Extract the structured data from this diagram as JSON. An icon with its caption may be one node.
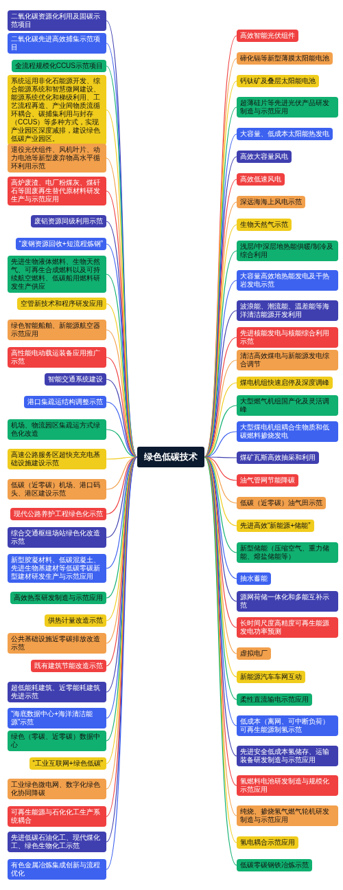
{
  "diagram": {
    "nodes": [
      {
        "text": [
          "绿色低碳技术"
        ]
      },
      {
        "text": [
          "二氧化碳资源化利用及固碳示范项目"
        ]
      },
      {
        "text": [
          "二氧化碳先进高效捕集示范项目"
        ]
      },
      {
        "text": [
          "全流程规模化CCUS示范项目"
        ]
      },
      {
        "text": [
          "系统运用非化石能源开发、综合能源系统和智慧微网建设、能源系统优化和梯级利用、工艺流程再造、产业间物质流循环耦合、碳捕集利用与封存（CCUS）等多种方式，实现产业园区深度减排，建设绿色低碳产业园区。"
        ]
      },
      {
        "text": [
          "退役光伏组件、风机叶片、动力电池等新型废弃物高水平循环利用示范"
        ]
      },
      {
        "text": [
          "高炉废渣、电厂粉煤灰、煤矸石等固废再生替代原材料研发生产与示范应用"
        ]
      },
      {
        "text": [
          "废铝资源同级利用示范"
        ]
      },
      {
        "text": [
          "“废钢资源回收+短流程炼钢”"
        ]
      },
      {
        "text": [
          "先进生物液体燃料、生物天然气、可再生合成燃料以及可持续航空燃料、低碳船用燃料研发生产供应"
        ]
      },
      {
        "text": [
          "空管新技术和程序研发应用"
        ]
      },
      {
        "text": [
          "绿色智能船舶、新能源航空器示范应用"
        ]
      },
      {
        "text": [
          "高性能电动载运装备应用推广示范"
        ]
      },
      {
        "text": [
          "智能交通系统建设"
        ]
      },
      {
        "text": [
          "港口集疏运结构调整示范"
        ]
      },
      {
        "text": [
          "机场、物流园区集疏运方式绿色化改造"
        ]
      },
      {
        "text": [
          "高速公路服务区超快充充电基础设施建设示范"
        ]
      },
      {
        "text": [
          "低碳（近零碳）机场、港口码头、港区建设示范"
        ]
      },
      {
        "text": [
          "现代公路养护工程绿色化示范"
        ]
      },
      {
        "text": [
          "综合交通枢纽场站绿色化改造示范"
        ]
      },
      {
        "text": [
          "新型胶凝材料、低碳混凝土、先进生物基建材等低碳零碳新型建材研发生产与示范应用"
        ]
      },
      {
        "text": [
          "高效热泵研发制造与示范应用"
        ]
      },
      {
        "text": [
          "供热计量改造示范"
        ]
      },
      {
        "text": [
          "公共基础设施近零碳排放改造示范"
        ]
      },
      {
        "text": [
          "既有建筑节能改造示范"
        ]
      },
      {
        "text": [
          "超低能耗建筑、近零能耗建筑先进示范"
        ]
      },
      {
        "text": [
          "“海底数据中心+海洋清洁能源”示范"
        ]
      },
      {
        "text": [
          "绿色（零碳、近零碳）数据中心"
        ]
      },
      {
        "text": [
          "“工业互联网+绿色低碳”"
        ]
      },
      {
        "text": [
          "工业绿色微电网、数字化绿色化协同降碳"
        ]
      },
      {
        "text": [
          "可再生能源与石化化工生产系统耦合"
        ]
      },
      {
        "text": [
          "先进低碳石油化工、现代煤化工、绿色生物化工示范"
        ]
      },
      {
        "text": [
          "有色金属冶炼集成创新与流程优化"
        ]
      },
      {
        "text": [
          "高效智能光伏组件"
        ]
      },
      {
        "text": [
          "碲化镉等新型薄膜太阳能电池"
        ]
      },
      {
        "text": [
          "钙钛矿及叠层太阳能电池"
        ]
      },
      {
        "text": [
          "超薄硅片等先进光伏产品研发制造与示范应用"
        ]
      },
      {
        "text": [
          "大容量、低成本太阳能热发电"
        ]
      },
      {
        "text": [
          "高效大容量风电"
        ]
      },
      {
        "text": [
          "高效低速风电"
        ]
      },
      {
        "text": [
          "深远海海上风电示范"
        ]
      },
      {
        "text": [
          "生物天然气示范"
        ]
      },
      {
        "text": [
          "浅层/中深层地热能供暖/制冷及综合利用"
        ]
      },
      {
        "text": [
          "大容量高效地热能发电及干热岩发电示范"
        ]
      },
      {
        "text": [
          "波浪能、潮流能、温差能等海洋清洁能源开发利用"
        ]
      },
      {
        "text": [
          "先进核能发电与核能综合利用示范"
        ]
      },
      {
        "text": [
          "清洁高效煤电与新能源发电综合调节"
        ]
      },
      {
        "text": [
          "煤电机组快速启停及深度调峰"
        ]
      },
      {
        "text": [
          "大型燃气机组国产化及灵活调峰"
        ]
      },
      {
        "text": [
          "大型煤电机组耦合生物质和低碳燃料掺烧发电"
        ]
      },
      {
        "text": [
          "煤矿瓦斯高效抽采和利用"
        ]
      },
      {
        "text": [
          "油气管网节能降碳"
        ]
      },
      {
        "text": [
          "低碳（近零碳）油气田示范"
        ]
      },
      {
        "text": [
          "先进高效“新能源+储能”"
        ]
      },
      {
        "text": [
          "新型储能（压缩空气、重力储能、熔盐储能等）"
        ]
      },
      {
        "text": [
          "抽水蓄能"
        ]
      },
      {
        "text": [
          "源网荷储一体化和多能互补示范"
        ]
      },
      {
        "text": [
          "长时间尺度高精度可再生能源发电功率预测"
        ]
      },
      {
        "text": [
          "虚拟电厂"
        ]
      },
      {
        "text": [
          "新能源汽车车网互动"
        ]
      },
      {
        "text": [
          "柔性直流输电示范应用"
        ]
      },
      {
        "text": [
          "低成本（离网、可中断负荷）可再生能源制氢示范"
        ]
      },
      {
        "text": [
          "先进安全低成本氢储存、运输装备研发制造与示范应用"
        ]
      },
      {
        "text": [
          "氢燃料电池研发制造与规模化示范应用"
        ]
      },
      {
        "text": [
          "纯烧、掺烧氢气燃气轮机研发制造与示范应用"
        ]
      },
      {
        "text": [
          "氢电耦合示范应用"
        ]
      },
      {
        "text": [
          "低碳零碳钢铁冶炼示范"
        ]
      }
    ],
    "edges": [
      {
        "from": 0,
        "to": 1,
        "arrow": "none",
        "color": "#3f3fb0"
      },
      {
        "from": 0,
        "to": 2,
        "arrow": "none",
        "color": "#3d62f0"
      },
      {
        "from": 0,
        "to": 3,
        "arrow": "none",
        "color": "#10b070"
      },
      {
        "from": 0,
        "to": 4,
        "arrow": "none",
        "color": "#f0cc1c"
      },
      {
        "from": 0,
        "to": 5,
        "arrow": "none",
        "color": "#f2a04c"
      },
      {
        "from": 0,
        "to": 6,
        "arrow": "none",
        "color": "#f04040"
      },
      {
        "from": 0,
        "to": 7,
        "arrow": "none",
        "color": "#3f3fb0"
      },
      {
        "from": 0,
        "to": 8,
        "arrow": "none",
        "color": "#3d62f0"
      },
      {
        "from": 0,
        "to": 9,
        "arrow": "none",
        "color": "#10b070"
      },
      {
        "from": 0,
        "to": 10,
        "arrow": "none",
        "color": "#f0cc1c"
      },
      {
        "from": 0,
        "to": 11,
        "arrow": "none",
        "color": "#f2a04c"
      },
      {
        "from": 0,
        "to": 12,
        "arrow": "none",
        "color": "#f04040"
      },
      {
        "from": 0,
        "to": 13,
        "arrow": "none",
        "color": "#3f3fb0"
      },
      {
        "from": 0,
        "to": 14,
        "arrow": "none",
        "color": "#3d62f0"
      },
      {
        "from": 0,
        "to": 15,
        "arrow": "none",
        "color": "#10b070"
      },
      {
        "from": 0,
        "to": 16,
        "arrow": "none",
        "color": "#f0cc1c"
      },
      {
        "from": 0,
        "to": 17,
        "arrow": "none",
        "color": "#f2a04c"
      },
      {
        "from": 0,
        "to": 18,
        "arrow": "none",
        "color": "#f04040"
      },
      {
        "from": 0,
        "to": 19,
        "arrow": "none",
        "color": "#3f3fb0"
      },
      {
        "from": 0,
        "to": 20,
        "arrow": "none",
        "color": "#3d62f0"
      },
      {
        "from": 0,
        "to": 21,
        "arrow": "none",
        "color": "#10b070"
      },
      {
        "from": 0,
        "to": 22,
        "arrow": "none",
        "color": "#f0cc1c"
      },
      {
        "from": 0,
        "to": 23,
        "arrow": "none",
        "color": "#f2a04c"
      },
      {
        "from": 0,
        "to": 24,
        "arrow": "none",
        "color": "#f04040"
      },
      {
        "from": 0,
        "to": 25,
        "arrow": "none",
        "color": "#3f3fb0"
      },
      {
        "from": 0,
        "to": 26,
        "arrow": "none",
        "color": "#3d62f0"
      },
      {
        "from": 0,
        "to": 27,
        "arrow": "none",
        "color": "#10b070"
      },
      {
        "from": 0,
        "to": 28,
        "arrow": "none",
        "color": "#f0cc1c"
      },
      {
        "from": 0,
        "to": 29,
        "arrow": "none",
        "color": "#f2a04c"
      },
      {
        "from": 0,
        "to": 30,
        "arrow": "none",
        "color": "#f04040"
      },
      {
        "from": 0,
        "to": 31,
        "arrow": "none",
        "color": "#3f3fb0"
      },
      {
        "from": 0,
        "to": 32,
        "arrow": "none",
        "color": "#3d62f0"
      },
      {
        "from": 0,
        "to": 33,
        "arrow": "none",
        "color": "#f04040"
      },
      {
        "from": 0,
        "to": 34,
        "arrow": "none",
        "color": "#f2a04c"
      },
      {
        "from": 0,
        "to": 35,
        "arrow": "none",
        "color": "#f0cc1c"
      },
      {
        "from": 0,
        "to": 36,
        "arrow": "none",
        "color": "#10b070"
      },
      {
        "from": 0,
        "to": 37,
        "arrow": "none",
        "color": "#3d62f0"
      },
      {
        "from": 0,
        "to": 38,
        "arrow": "none",
        "color": "#3f3fb0"
      },
      {
        "from": 0,
        "to": 39,
        "arrow": "none",
        "color": "#f04040"
      },
      {
        "from": 0,
        "to": 40,
        "arrow": "none",
        "color": "#f2a04c"
      },
      {
        "from": 0,
        "to": 41,
        "arrow": "none",
        "color": "#f0cc1c"
      },
      {
        "from": 0,
        "to": 42,
        "arrow": "none",
        "color": "#10b070"
      },
      {
        "from": 0,
        "to": 43,
        "arrow": "none",
        "color": "#3d62f0"
      },
      {
        "from": 0,
        "to": 44,
        "arrow": "none",
        "color": "#3f3fb0"
      },
      {
        "from": 0,
        "to": 45,
        "arrow": "none",
        "color": "#f04040"
      },
      {
        "from": 0,
        "to": 46,
        "arrow": "none",
        "color": "#f2a04c"
      },
      {
        "from": 0,
        "to": 47,
        "arrow": "none",
        "color": "#f0cc1c"
      },
      {
        "from": 0,
        "to": 48,
        "arrow": "none",
        "color": "#10b070"
      },
      {
        "from": 0,
        "to": 49,
        "arrow": "none",
        "color": "#3d62f0"
      },
      {
        "from": 0,
        "to": 50,
        "arrow": "none",
        "color": "#3f3fb0"
      },
      {
        "from": 0,
        "to": 51,
        "arrow": "none",
        "color": "#f04040"
      },
      {
        "from": 0,
        "to": 52,
        "arrow": "none",
        "color": "#f2a04c"
      },
      {
        "from": 0,
        "to": 53,
        "arrow": "none",
        "color": "#f0cc1c"
      },
      {
        "from": 0,
        "to": 54,
        "arrow": "none",
        "color": "#10b070"
      },
      {
        "from": 0,
        "to": 55,
        "arrow": "none",
        "color": "#3d62f0"
      },
      {
        "from": 0,
        "to": 56,
        "arrow": "none",
        "color": "#3f3fb0"
      },
      {
        "from": 0,
        "to": 57,
        "arrow": "none",
        "color": "#f04040"
      },
      {
        "from": 0,
        "to": 58,
        "arrow": "none",
        "color": "#f2a04c"
      },
      {
        "from": 0,
        "to": 59,
        "arrow": "none",
        "color": "#f0cc1c"
      },
      {
        "from": 0,
        "to": 60,
        "arrow": "none",
        "color": "#10b070"
      },
      {
        "from": 0,
        "to": 61,
        "arrow": "none",
        "color": "#3d62f0"
      },
      {
        "from": 0,
        "to": 62,
        "arrow": "none",
        "color": "#3f3fb0"
      },
      {
        "from": 0,
        "to": 63,
        "arrow": "none",
        "color": "#f04040"
      },
      {
        "from": 0,
        "to": 64,
        "arrow": "none",
        "color": "#f2a04c"
      },
      {
        "from": 0,
        "to": 65,
        "arrow": "none",
        "color": "#f0cc1c"
      },
      {
        "from": 0,
        "to": 66,
        "arrow": "none",
        "color": "#10b070"
      }
    ]
  }
}
